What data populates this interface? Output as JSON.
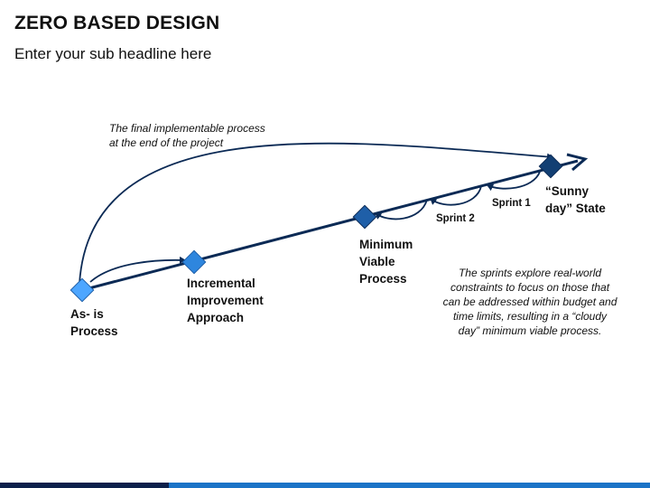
{
  "header": {
    "title": "ZERO BASED DESIGN",
    "subtitle": "Enter your sub headline here"
  },
  "colors": {
    "line": "#0b2a55",
    "diamond_light": "#4da6ff",
    "diamond_mid": "#2e86de",
    "diamond_dark": "#1f5fa8",
    "diamond_darkest": "#123f73"
  },
  "stages": [
    {
      "id": "as-is",
      "label_line1": "As- is",
      "label_line2": "Process"
    },
    {
      "id": "incremental",
      "label_line1": "Incremental",
      "label_line2": "Improvement",
      "label_line3": "Approach"
    },
    {
      "id": "mvp",
      "label_line1": "Minimum",
      "label_line2": "Viable",
      "label_line3": "Process"
    },
    {
      "id": "sunny",
      "label_line1": "“Sunny",
      "label_line2": "day” State"
    }
  ],
  "sprints": [
    {
      "label": "Sprint 1"
    },
    {
      "label": "Sprint 2"
    }
  ],
  "notes": {
    "final_process_line1": "The final implementable process",
    "final_process_line2": "at the end of the project",
    "sprints_line1": "The sprints explore real-world",
    "sprints_line2": "constraints to focus on those that",
    "sprints_line3": "can be addressed within budget and",
    "sprints_line4": "time limits, resulting in a “cloudy",
    "sprints_line5": "day” minimum viable process."
  }
}
